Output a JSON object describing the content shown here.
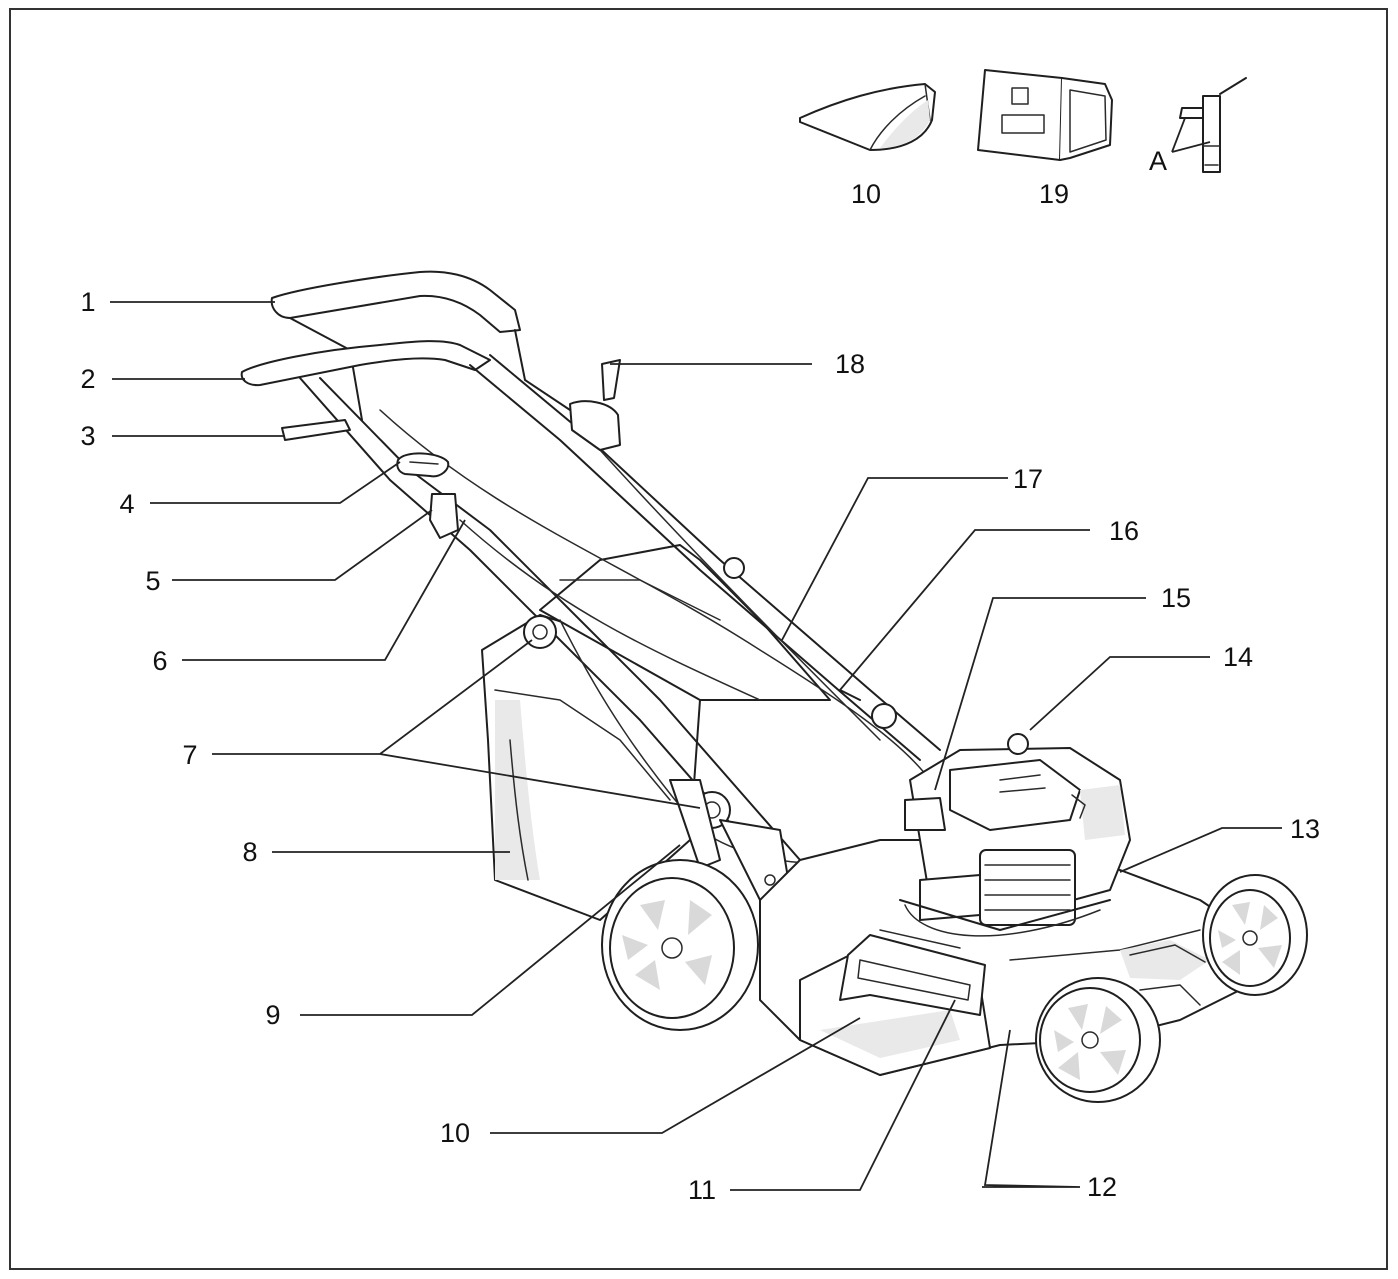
{
  "callouts": [
    {
      "id": "1",
      "text": "1"
    },
    {
      "id": "2",
      "text": "2"
    },
    {
      "id": "3",
      "text": "3"
    },
    {
      "id": "4",
      "text": "4"
    },
    {
      "id": "5",
      "text": "5"
    },
    {
      "id": "6",
      "text": "6"
    },
    {
      "id": "7",
      "text": "7"
    },
    {
      "id": "8",
      "text": "8"
    },
    {
      "id": "9",
      "text": "9"
    },
    {
      "id": "10",
      "text": "10"
    },
    {
      "id": "11",
      "text": "11"
    },
    {
      "id": "12",
      "text": "12"
    },
    {
      "id": "13",
      "text": "13"
    },
    {
      "id": "14",
      "text": "14"
    },
    {
      "id": "15",
      "text": "15"
    },
    {
      "id": "16",
      "text": "16"
    },
    {
      "id": "17",
      "text": "17"
    },
    {
      "id": "18",
      "text": "18"
    }
  ],
  "accessories": [
    {
      "id": "10",
      "text": "10"
    },
    {
      "id": "19",
      "text": "19"
    },
    {
      "id": "A",
      "text": "A"
    }
  ],
  "colors": {
    "line": "#1f1f1f",
    "border": "#333333",
    "shade": "#e9e9e9"
  }
}
